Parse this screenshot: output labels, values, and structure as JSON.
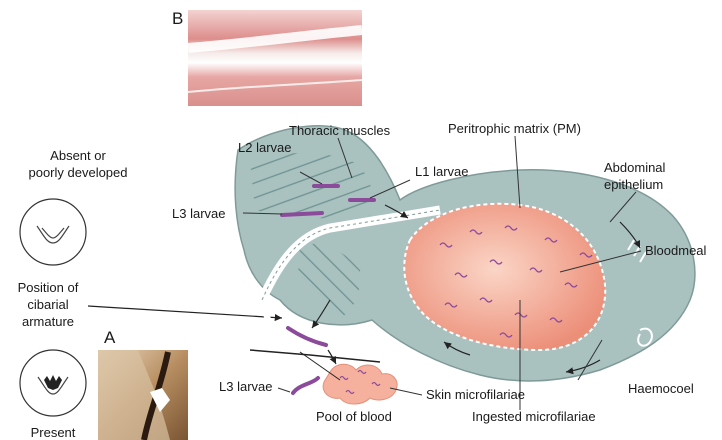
{
  "panels": {
    "a": "A",
    "b": "B"
  },
  "cibarial": {
    "top_label_line1": "Absent or",
    "top_label_line2": "poorly developed",
    "position_line1": "Position of",
    "position_line2": "cibarial",
    "position_line3": "armature",
    "bottom_label": "Present"
  },
  "labels": {
    "thoracic_muscles": "Thoracic muscles",
    "peritrophic_matrix": "Peritrophic matrix (PM)",
    "l2_larvae": "L2 larvae",
    "l1_larvae": "L1 larvae",
    "abdominal_line1": "Abdominal",
    "abdominal_line2": "epithelium",
    "l3_larvae_top": "L3 larvae",
    "bloodmeal": "Bloodmeal",
    "l3_larvae_bottom": "L3 larvae",
    "skin_microfilariae": "Skin microfilariae",
    "haemocoel": "Haemocoel",
    "pool_of_blood": "Pool of blood",
    "ingested_microfilariae": "Ingested microfilariae"
  },
  "colors": {
    "body_tissue": "#a9c2c0",
    "body_edge": "#7f9a98",
    "bloodmeal": "#f0a48c",
    "larvae": "#8c4b9a",
    "muscle_photo": "#e3a9a6"
  }
}
